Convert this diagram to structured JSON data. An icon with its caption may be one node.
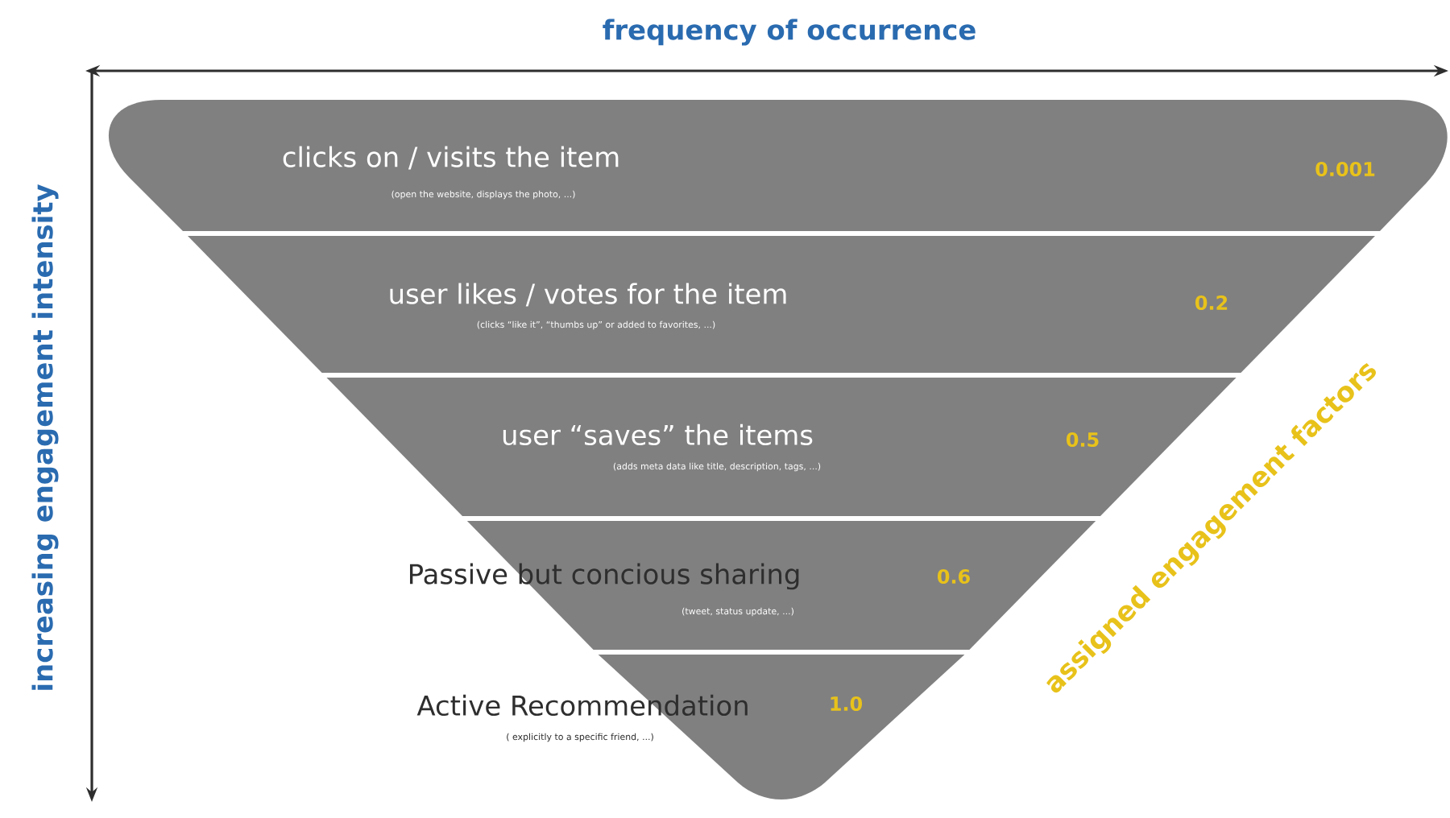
{
  "diagram": {
    "nodes": [
      {
        "text": [
          "clicks on / visits the item",
          "(open the website, displays the photo, ...)",
          "0.001"
        ]
      },
      {
        "text": [
          "user likes / votes for the item",
          "(clicks “like it”, “thumbs up” or added to favorites, ...)",
          "0.2"
        ]
      },
      {
        "text": [
          "user “saves” the items",
          "(adds meta data like title, description, tags, ...)",
          "0.5"
        ]
      },
      {
        "text": [
          "Passive but concious sharing",
          "(tweet, status update, ...)",
          "0.6"
        ]
      },
      {
        "text": [
          "Active Recommendation",
          "( explicitly to a specific friend, ...)",
          "1.0"
        ]
      }
    ],
    "labels": [
      "frequency of occurrence",
      "increasing engagement intensity",
      "assigned engagement factors"
    ]
  }
}
